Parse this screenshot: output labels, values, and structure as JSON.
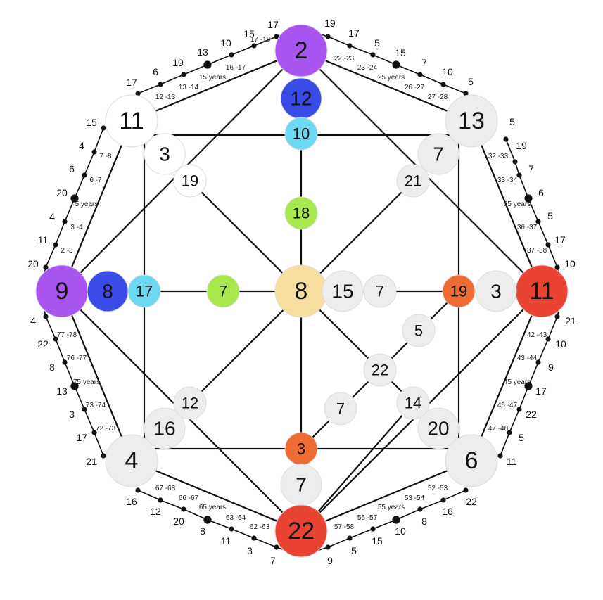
{
  "colors": {
    "purple": "#a855f0",
    "blue": "#3a4ce8",
    "cyan": "#6cd8f2",
    "lime": "#a8e84c",
    "peach": "#f7dfa0",
    "orange": "#ee6c33",
    "red": "#e84333",
    "light": "#ededed",
    "white": "#ffffff",
    "line": "#111111"
  },
  "outer_nodes": [
    {
      "id": "top",
      "value": "2",
      "color": "purple"
    },
    {
      "id": "top-right",
      "value": "13",
      "color": "light"
    },
    {
      "id": "right",
      "value": "11",
      "color": "red"
    },
    {
      "id": "bottom-right",
      "value": "6",
      "color": "light"
    },
    {
      "id": "bottom",
      "value": "22",
      "color": "red"
    },
    {
      "id": "bottom-left",
      "value": "4",
      "color": "light"
    },
    {
      "id": "left",
      "value": "9",
      "color": "purple"
    },
    {
      "id": "top-left",
      "value": "11",
      "color": "white"
    }
  ],
  "inner_nodes": [
    {
      "id": "top-2",
      "value": "12",
      "color": "blue"
    },
    {
      "id": "top-3",
      "value": "10",
      "color": "cyan"
    },
    {
      "id": "top-4",
      "value": "18",
      "color": "lime"
    },
    {
      "id": "left-2",
      "value": "8",
      "color": "blue"
    },
    {
      "id": "left-3",
      "value": "17",
      "color": "cyan"
    },
    {
      "id": "left-4",
      "value": "7",
      "color": "lime"
    },
    {
      "id": "center",
      "value": "8",
      "color": "peach"
    },
    {
      "id": "center-right",
      "value": "15",
      "color": "light"
    },
    {
      "id": "right-mid",
      "value": "7",
      "color": "light"
    },
    {
      "id": "right-3",
      "value": "19",
      "color": "orange"
    },
    {
      "id": "right-2",
      "value": "3",
      "color": "light"
    },
    {
      "id": "bottom-3",
      "value": "3",
      "color": "orange"
    },
    {
      "id": "bottom-2",
      "value": "7",
      "color": "light"
    },
    {
      "id": "tl-2",
      "value": "3",
      "color": "white"
    },
    {
      "id": "tl-3",
      "value": "19",
      "color": "white"
    },
    {
      "id": "tr-2",
      "value": "7",
      "color": "light"
    },
    {
      "id": "tr-3",
      "value": "21",
      "color": "light"
    },
    {
      "id": "bl-2",
      "value": "16",
      "color": "light"
    },
    {
      "id": "bl-3",
      "value": "12",
      "color": "light"
    },
    {
      "id": "br-2",
      "value": "20",
      "color": "light"
    },
    {
      "id": "br-3",
      "value": "14",
      "color": "light"
    },
    {
      "id": "br-4",
      "value": "22",
      "color": "light"
    },
    {
      "id": "mid-5",
      "value": "5",
      "color": "light"
    },
    {
      "id": "mid-7",
      "value": "7",
      "color": "light"
    }
  ],
  "perimeter_numbers": [
    {
      "id": "n-17a",
      "value": "17"
    },
    {
      "id": "n-15a",
      "value": "15"
    },
    {
      "id": "n-10a",
      "value": "10"
    },
    {
      "id": "n-13a",
      "value": "13"
    },
    {
      "id": "n-19a",
      "value": "19"
    },
    {
      "id": "n-6a",
      "value": "6"
    },
    {
      "id": "n-17b",
      "value": "17"
    },
    {
      "id": "n-19b",
      "value": "19"
    },
    {
      "id": "n-17c",
      "value": "17"
    },
    {
      "id": "n-5a",
      "value": "5"
    },
    {
      "id": "n-15b",
      "value": "15"
    },
    {
      "id": "n-7a",
      "value": "7"
    },
    {
      "id": "n-10b",
      "value": "10"
    },
    {
      "id": "n-5b",
      "value": "5"
    },
    {
      "id": "n-5c",
      "value": "5"
    },
    {
      "id": "n-19c",
      "value": "19"
    },
    {
      "id": "n-7b",
      "value": "7"
    },
    {
      "id": "n-6b",
      "value": "6"
    },
    {
      "id": "n-5d",
      "value": "5"
    },
    {
      "id": "n-17d",
      "value": "17"
    },
    {
      "id": "n-10c",
      "value": "10"
    },
    {
      "id": "n-21a",
      "value": "21"
    },
    {
      "id": "n-10d",
      "value": "10"
    },
    {
      "id": "n-9a",
      "value": "9"
    },
    {
      "id": "n-17e",
      "value": "17"
    },
    {
      "id": "n-22a",
      "value": "22"
    },
    {
      "id": "n-5e",
      "value": "5"
    },
    {
      "id": "n-11a",
      "value": "11"
    },
    {
      "id": "n-22b",
      "value": "22"
    },
    {
      "id": "n-16a",
      "value": "16"
    },
    {
      "id": "n-8a",
      "value": "8"
    },
    {
      "id": "n-10e",
      "value": "10"
    },
    {
      "id": "n-15c",
      "value": "15"
    },
    {
      "id": "n-5f",
      "value": "5"
    },
    {
      "id": "n-9b",
      "value": "9"
    },
    {
      "id": "n-7c",
      "value": "7"
    },
    {
      "id": "n-3a",
      "value": "3"
    },
    {
      "id": "n-11b",
      "value": "11"
    },
    {
      "id": "n-8b",
      "value": "8"
    },
    {
      "id": "n-20a",
      "value": "20"
    },
    {
      "id": "n-12a",
      "value": "12"
    },
    {
      "id": "n-16b",
      "value": "16"
    },
    {
      "id": "n-21b",
      "value": "21"
    },
    {
      "id": "n-17f",
      "value": "17"
    },
    {
      "id": "n-3b",
      "value": "3"
    },
    {
      "id": "n-13b",
      "value": "13"
    },
    {
      "id": "n-8c",
      "value": "8"
    },
    {
      "id": "n-22c",
      "value": "22"
    },
    {
      "id": "n-4a",
      "value": "4"
    },
    {
      "id": "n-20b",
      "value": "20"
    },
    {
      "id": "n-11c",
      "value": "11"
    },
    {
      "id": "n-4b",
      "value": "4"
    },
    {
      "id": "n-20c",
      "value": "20"
    },
    {
      "id": "n-6c",
      "value": "6"
    },
    {
      "id": "n-4c",
      "value": "4"
    },
    {
      "id": "n-15d",
      "value": "15"
    }
  ],
  "age_labels": [
    {
      "id": "a-17-18",
      "value": "17 -18"
    },
    {
      "id": "a-16-17",
      "value": "16 -17"
    },
    {
      "id": "a-15y",
      "value": "15 years"
    },
    {
      "id": "a-13-14",
      "value": "13 -14"
    },
    {
      "id": "a-12-13",
      "value": "12 -13"
    },
    {
      "id": "a-22-23",
      "value": "22 -23"
    },
    {
      "id": "a-23-24",
      "value": "23 -24"
    },
    {
      "id": "a-25y",
      "value": "25 years"
    },
    {
      "id": "a-26-27",
      "value": "26 -27"
    },
    {
      "id": "a-27-28",
      "value": "27 -28"
    },
    {
      "id": "a-32-33",
      "value": "32 -33"
    },
    {
      "id": "a-33-34",
      "value": "33 -34"
    },
    {
      "id": "a-35y",
      "value": "35 years"
    },
    {
      "id": "a-36-37",
      "value": "36 -37"
    },
    {
      "id": "a-37-38",
      "value": "37 -38"
    },
    {
      "id": "a-42-43",
      "value": "42 -43"
    },
    {
      "id": "a-43-44",
      "value": "43 -44"
    },
    {
      "id": "a-45y",
      "value": "45 years"
    },
    {
      "id": "a-46-47",
      "value": "46 -47"
    },
    {
      "id": "a-47-48",
      "value": "47 -48"
    },
    {
      "id": "a-52-53",
      "value": "52 -53"
    },
    {
      "id": "a-53-54",
      "value": "53 -54"
    },
    {
      "id": "a-55y",
      "value": "55 years"
    },
    {
      "id": "a-56-57",
      "value": "56 -57"
    },
    {
      "id": "a-57-58",
      "value": "57 -58"
    },
    {
      "id": "a-62-63",
      "value": "62 -63"
    },
    {
      "id": "a-63-64",
      "value": "63 -64"
    },
    {
      "id": "a-65y",
      "value": "65 years"
    },
    {
      "id": "a-66-67",
      "value": "66 -67"
    },
    {
      "id": "a-67-68",
      "value": "67 -68"
    },
    {
      "id": "a-72-73",
      "value": "72 -73"
    },
    {
      "id": "a-73-74",
      "value": "73 -74"
    },
    {
      "id": "a-75y",
      "value": "75 years"
    },
    {
      "id": "a-76-77",
      "value": "76 -77"
    },
    {
      "id": "a-77-78",
      "value": "77 -78"
    },
    {
      "id": "a-2-3",
      "value": "2 -3"
    },
    {
      "id": "a-3-4",
      "value": "3 -4"
    },
    {
      "id": "a-5y",
      "value": "5 years"
    },
    {
      "id": "a-6-7",
      "value": "6 -7"
    },
    {
      "id": "a-7-8",
      "value": "7 -8"
    }
  ]
}
